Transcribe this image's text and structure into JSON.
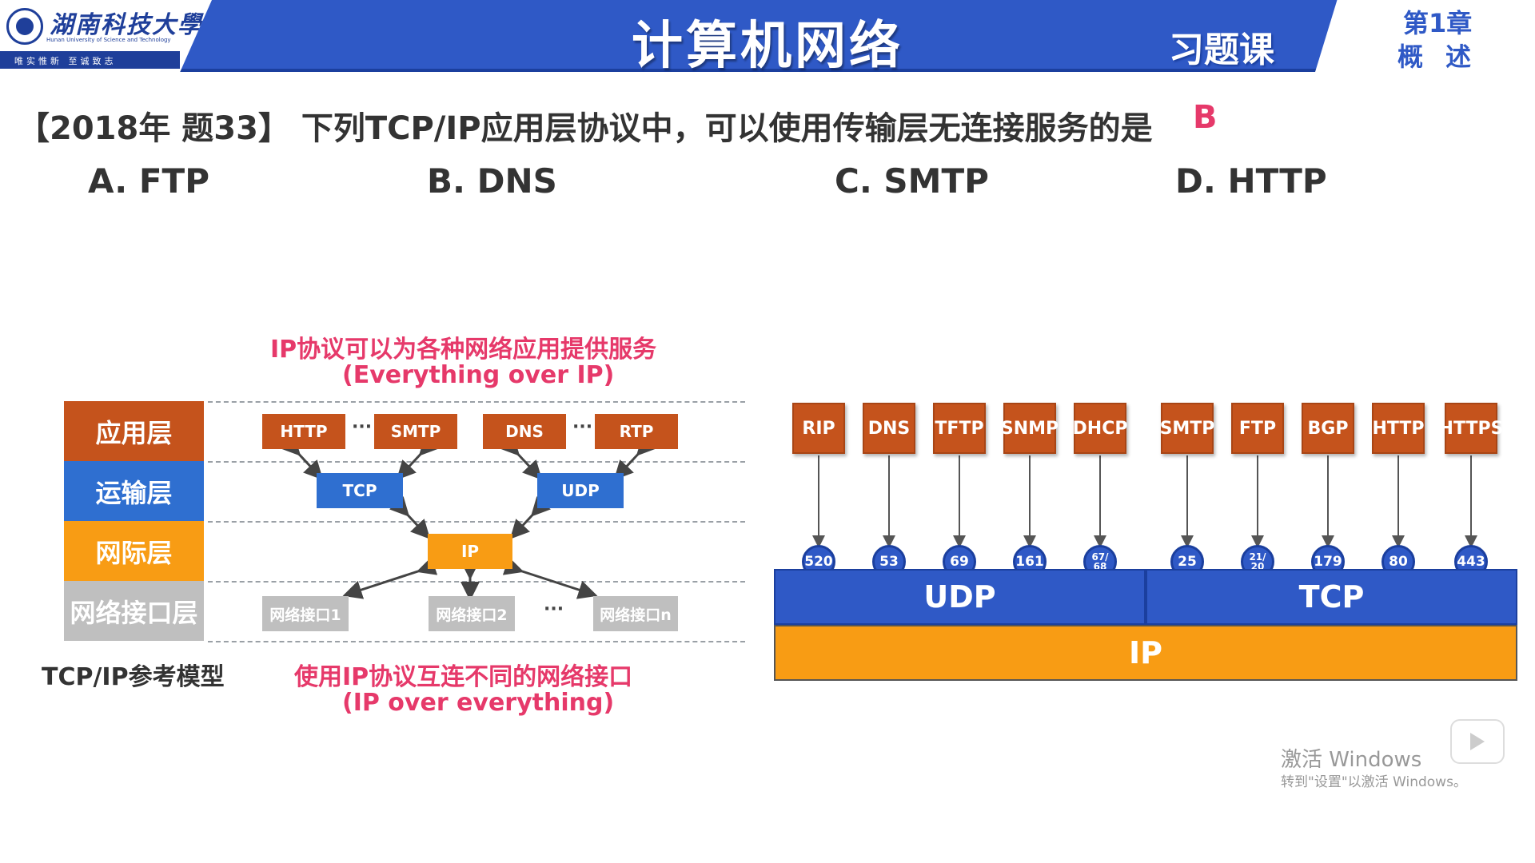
{
  "header": {
    "university_name": "湖南科技大學",
    "university_en": "Hunan University of Science and Technology",
    "motto": "唯实惟新 至诚致志",
    "title": "计算机网络",
    "exercise": "习题课",
    "chapter": "第1章",
    "chapter_sub": "概述"
  },
  "question": {
    "text": "【2018年 题33】 下列TCP/IP应用层协议中，可以使用传输层无连接服务的是",
    "answer": "B",
    "options": [
      "A. FTP",
      "B. DNS",
      "C. SMTP",
      "D. HTTP"
    ]
  },
  "left_diagram": {
    "top_caption": "IP协议可以为各种网络应用提供服务",
    "top_caption_en": "(Everything over IP)",
    "bottom_caption": "使用IP协议互连不同的网络接口",
    "bottom_caption_en": "(IP over everything)",
    "model_label": "TCP/IP参考模型",
    "layers": [
      {
        "label": "应用层",
        "color": "#c5531c"
      },
      {
        "label": "运输层",
        "color": "#2f6fd0"
      },
      {
        "label": "网际层",
        "color": "#f89c14"
      },
      {
        "label": "网络接口层",
        "color": "#bfbfbf"
      }
    ],
    "app_protocols": [
      "HTTP",
      "SMTP",
      "DNS",
      "RTP"
    ],
    "transport_protocols": [
      "TCP",
      "UDP"
    ],
    "network_protocol": "IP",
    "interfaces": [
      "网络接口1",
      "网络接口2",
      "网络接口n"
    ],
    "ellipsis": "···"
  },
  "right_diagram": {
    "protocols": [
      {
        "name": "RIP",
        "port": "520"
      },
      {
        "name": "DNS",
        "port": "53"
      },
      {
        "name": "TFTP",
        "port": "69"
      },
      {
        "name": "SNMP",
        "port": "161"
      },
      {
        "name": "DHCP",
        "port": "67/\n68"
      },
      {
        "name": "SMTP",
        "port": "25"
      },
      {
        "name": "FTP",
        "port": "21/\n20"
      },
      {
        "name": "BGP",
        "port": "179"
      },
      {
        "name": "HTTP",
        "port": "80"
      },
      {
        "name": "HTTPS",
        "port": "443"
      }
    ],
    "udp_label": "UDP",
    "tcp_label": "TCP",
    "ip_label": "IP"
  },
  "watermark": {
    "line1": "激活 Windows",
    "line2": "转到\"设置\"以激活 Windows。"
  },
  "colors": {
    "header_blue": "#2f59c6",
    "accent_pink": "#e6396a",
    "app_orange": "#c5531c",
    "ip_orange": "#f89c14"
  }
}
